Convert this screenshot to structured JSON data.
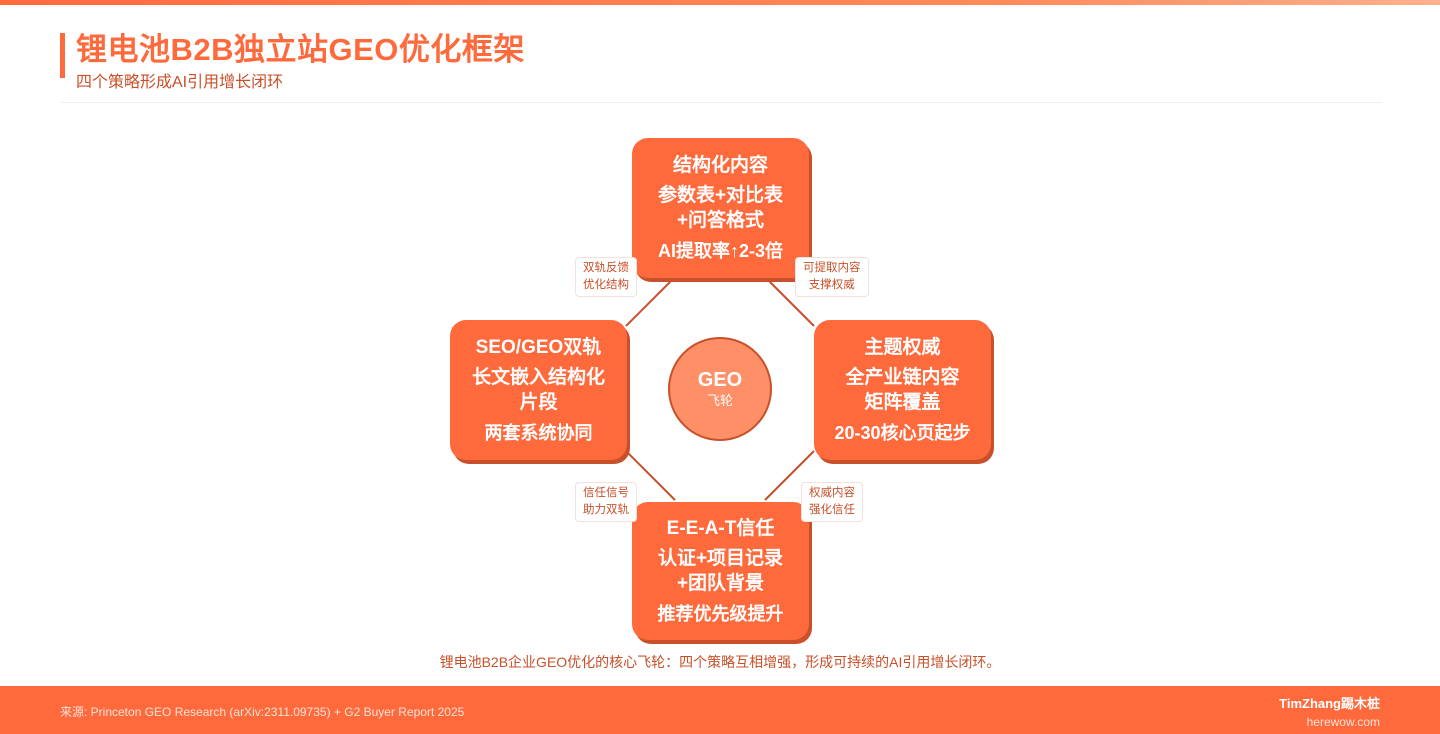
{
  "header": {
    "title": "锂电池B2B独立站GEO优化框架",
    "subtitle": "四个策略形成AI引用增长闭环"
  },
  "diagram": {
    "center": {
      "title": "GEO",
      "subtitle": "飞轮"
    },
    "nodes": {
      "top": {
        "title": "结构化内容",
        "lines": [
          "参数表+对比表",
          "+问答格式"
        ],
        "stat": "AI提取率↑2-3倍"
      },
      "left": {
        "title": "SEO/GEO双轨",
        "lines": [
          "长文嵌入结构化",
          "片段"
        ],
        "stat": "两套系统协同"
      },
      "right": {
        "title": "主题权威",
        "lines": [
          "全产业链内容",
          "矩阵覆盖"
        ],
        "stat": "20-30核心页起步"
      },
      "bottom": {
        "title": "E-E-A-T信任",
        "lines": [
          "认证+项目记录",
          "+团队背景"
        ],
        "stat": "推荐优先级提升"
      }
    },
    "edge_labels": {
      "top_left": [
        "双轨反馈",
        "优化结构"
      ],
      "top_right": [
        "可提取内容",
        "支撑权威"
      ],
      "bottom_left": [
        "信任信号",
        "助力双轨"
      ],
      "bottom_right": [
        "权威内容",
        "强化信任"
      ]
    },
    "colors": {
      "node": "#ff6a3d",
      "node_shadow": "#c8502a",
      "center": "#ff8f66",
      "connector": "#c8502a"
    }
  },
  "caption": "锂电池B2B企业GEO优化的核心飞轮：四个策略互相增强，形成可持续的AI引用增长闭环。",
  "footer": {
    "source": "来源: Princeton GEO Research (arXiv:2311.09735) + G2 Buyer Report 2025",
    "brand": "TimZhang踢木桩",
    "site": "herewow.com"
  }
}
